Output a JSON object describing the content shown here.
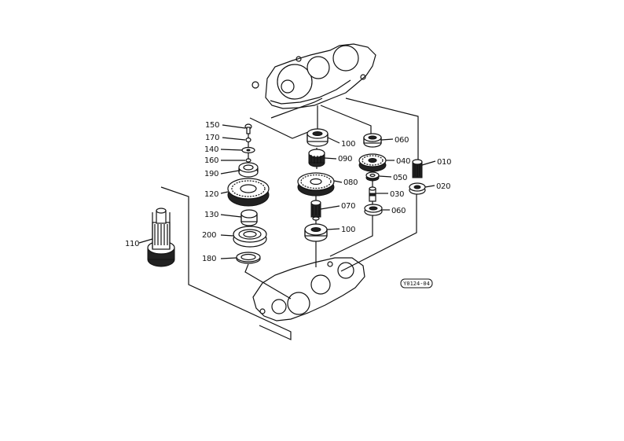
{
  "diagram": {
    "reference_code": "Y0124-04",
    "labels": {
      "l150": "150",
      "l170": "170",
      "l140": "140",
      "l160": "160",
      "l190": "190",
      "l120": "120",
      "l130": "130",
      "l200": "200",
      "l180": "180",
      "l110": "110",
      "l100a": "100",
      "l090": "090",
      "l080": "080",
      "l070": "070",
      "l100b": "100",
      "l060a": "060",
      "l040": "040",
      "l050": "050",
      "l030": "030",
      "l060b": "060",
      "l010": "010",
      "l020": "020"
    }
  }
}
